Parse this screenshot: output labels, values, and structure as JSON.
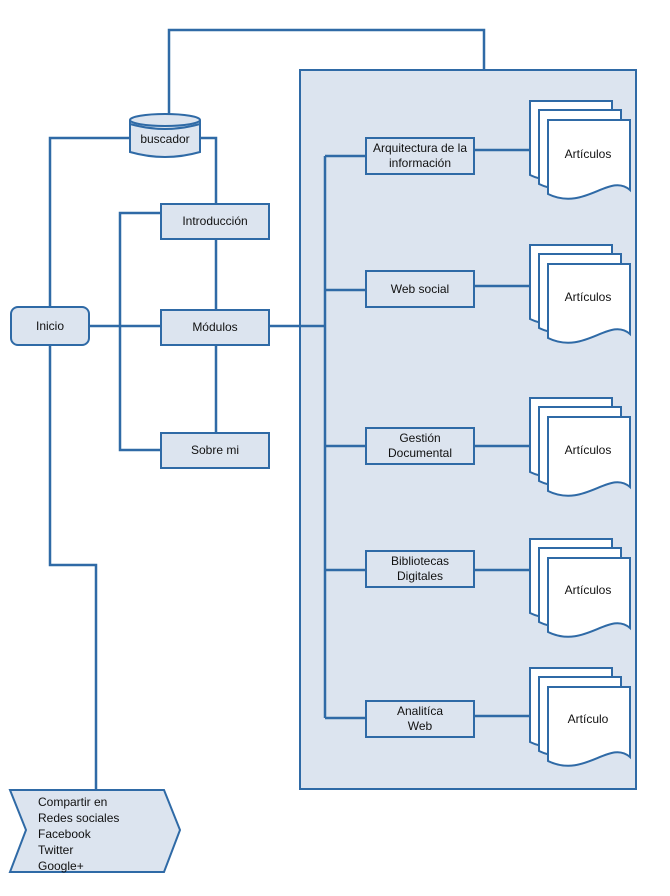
{
  "nodes": {
    "buscador": "buscador",
    "inicio": "Inicio",
    "introduccion": "Introducción",
    "modulos": "Módulos",
    "sobre_mi": "Sobre mi"
  },
  "modules": [
    {
      "title": "Arquitectura de la información",
      "doc": "Artículos"
    },
    {
      "title": "Web social",
      "doc": "Artículos"
    },
    {
      "title": "Gestión Documental",
      "doc": "Artículos"
    },
    {
      "title": "Bibliotecas Digitales",
      "doc": "Artículos"
    },
    {
      "title": "Analitíca Web",
      "doc": "Artículo"
    }
  ],
  "share": {
    "lines": [
      "Compartir en",
      "Redes sociales",
      "Facebook",
      "Twitter",
      "Google+"
    ]
  },
  "colors": {
    "line": "#2f6aa6",
    "fill": "#dce4ef",
    "doc_fill": "#ffffff"
  }
}
